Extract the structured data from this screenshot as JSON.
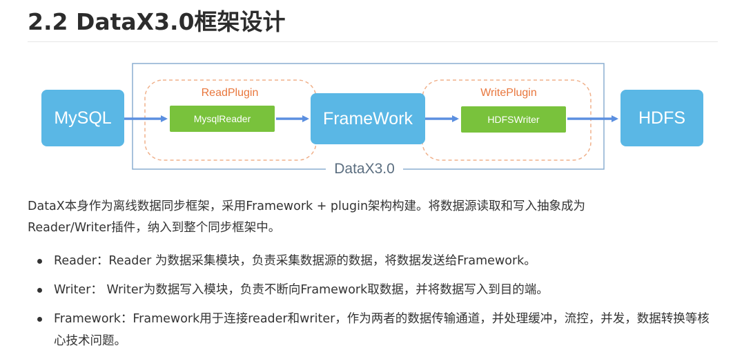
{
  "heading": "2.2 DataX3.0框架设计",
  "diagram": {
    "source": "MySQL",
    "framework": "FrameWork",
    "target": "HDFS",
    "read_plugin_label": "ReadPlugin",
    "reader": "MysqlReader",
    "write_plugin_label": "WritePlugin",
    "writer": "HDFSWriter",
    "container_label": "DataX3.0",
    "colors": {
      "node": "#5ab7e5",
      "plugin": "#79c23c",
      "plugin_label": "#e8763c",
      "arrow": "#5b8fe0",
      "container_border": "#8aaed0"
    }
  },
  "intro": {
    "line1": "DataX本身作为离线数据同步框架，采用Framework + plugin架构构建。将数据源读取和写入抽象成为",
    "line2": "Reader/Writer插件，纳入到整个同步框架中。"
  },
  "features": [
    "Reader：Reader 为数据采集模块，负责采集数据源的数据，将数据发送给Framework。",
    "Writer： Writer为数据写入模块，负责不断向Framework取数据，并将数据写入到目的端。",
    "Framework：Framework用于连接reader和writer，作为两者的数据传输通道，并处理缓冲，流控，并发，数据转换等核心技术问题。"
  ]
}
